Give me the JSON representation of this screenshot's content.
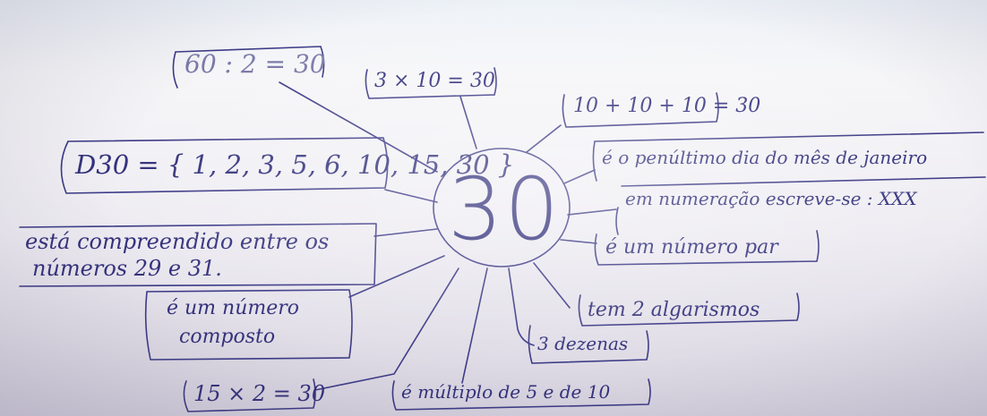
{
  "center": {
    "value": "30"
  },
  "notes": {
    "div_60": "60 : 2 = 30",
    "mult_3x10": "3 × 10 = 30",
    "sum_10s": "10 + 10 + 10 = 30",
    "divisors": "D30 = { 1, 2, 3, 5, 6, 10, 15, 30 }",
    "penultimate_day": "é o penúltimo dia do mês de janeiro",
    "roman": "em numeração escreve-se : XXX",
    "between_line1": "está compreendido entre os",
    "between_line2": "números 29 e 31.",
    "even": "é um número par",
    "composite_line1": "é um número",
    "composite_line2": "composto",
    "two_digits": "tem 2 algarismos",
    "three_tens": "3 dezenas",
    "multiple": "é múltiplo de 5 e de 10",
    "mult_15x2": "15 × 2 = 30"
  },
  "colors": {
    "ink": "#3c3a86",
    "paper": "#f2f1f5"
  }
}
